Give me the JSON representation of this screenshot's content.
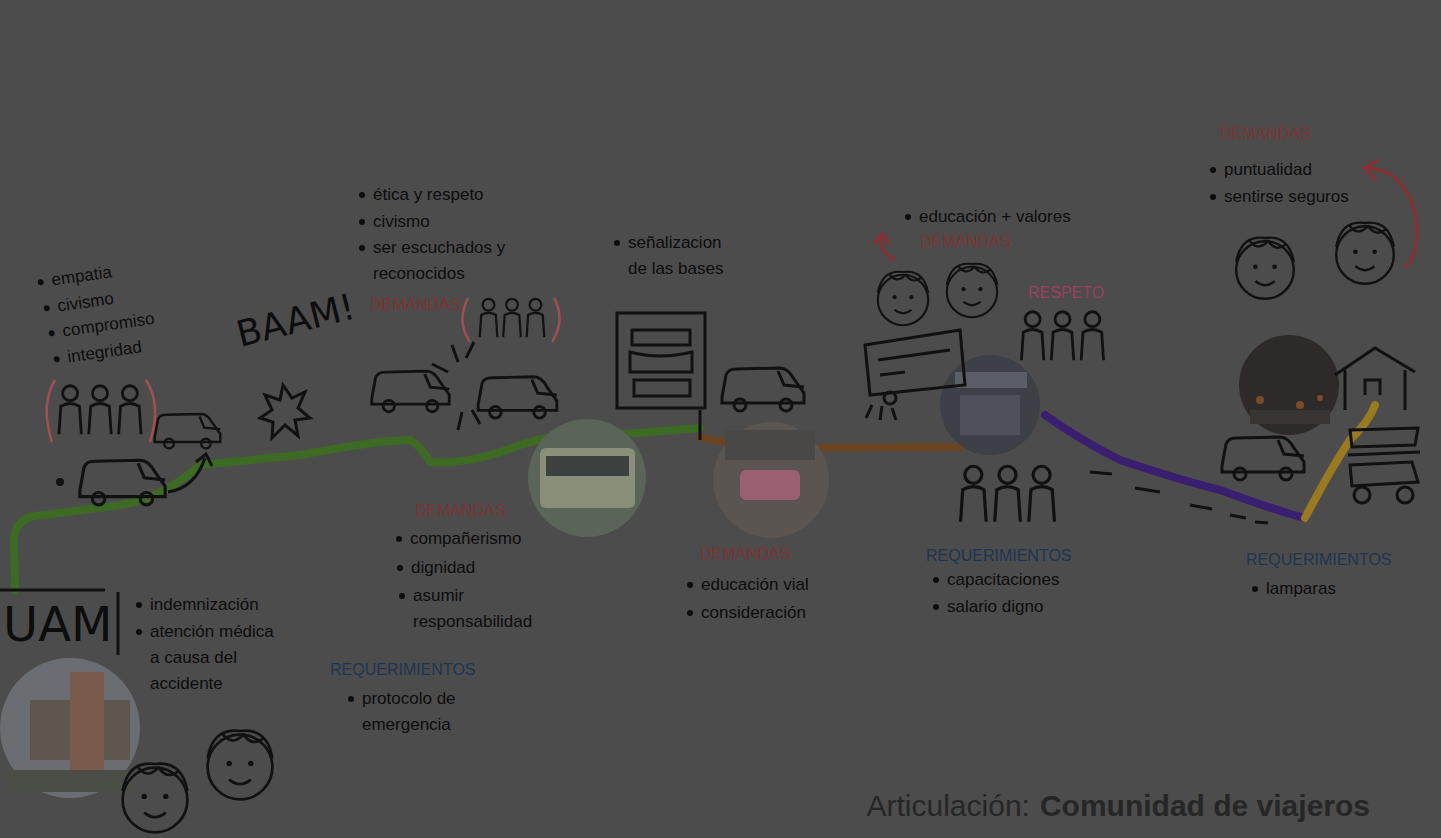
{
  "diagram": {
    "title": "Comunidad de viajeros",
    "labels": [
      "empatia",
      "civismo",
      "compromiso",
      "integridad",
      "BAAM!",
      "UAM",
      "indemnización",
      "atención médica a causa del accidente",
      "ética y respeto",
      "civismo",
      "ser escuchados y reconocidos",
      "DEMANDAS",
      "DEMANDAS",
      "compañerismo",
      "dignidad",
      "asumir responsabilidad",
      "REQUERIMIENTOS",
      "protocolo de emergencia",
      "señalizacion de las bases",
      "DEMANDAS",
      "educación vial",
      "consideración",
      "educación + valores",
      "DEMANDAS",
      "RESPETO",
      "REQUERIMIENTOS",
      "capacitaciones",
      "salario digno",
      "DEMANDAS",
      "puntualidad",
      "sentirse seguros",
      "REQUERIMIENTOS",
      "lamparas",
      "Articulación:"
    ]
  }
}
